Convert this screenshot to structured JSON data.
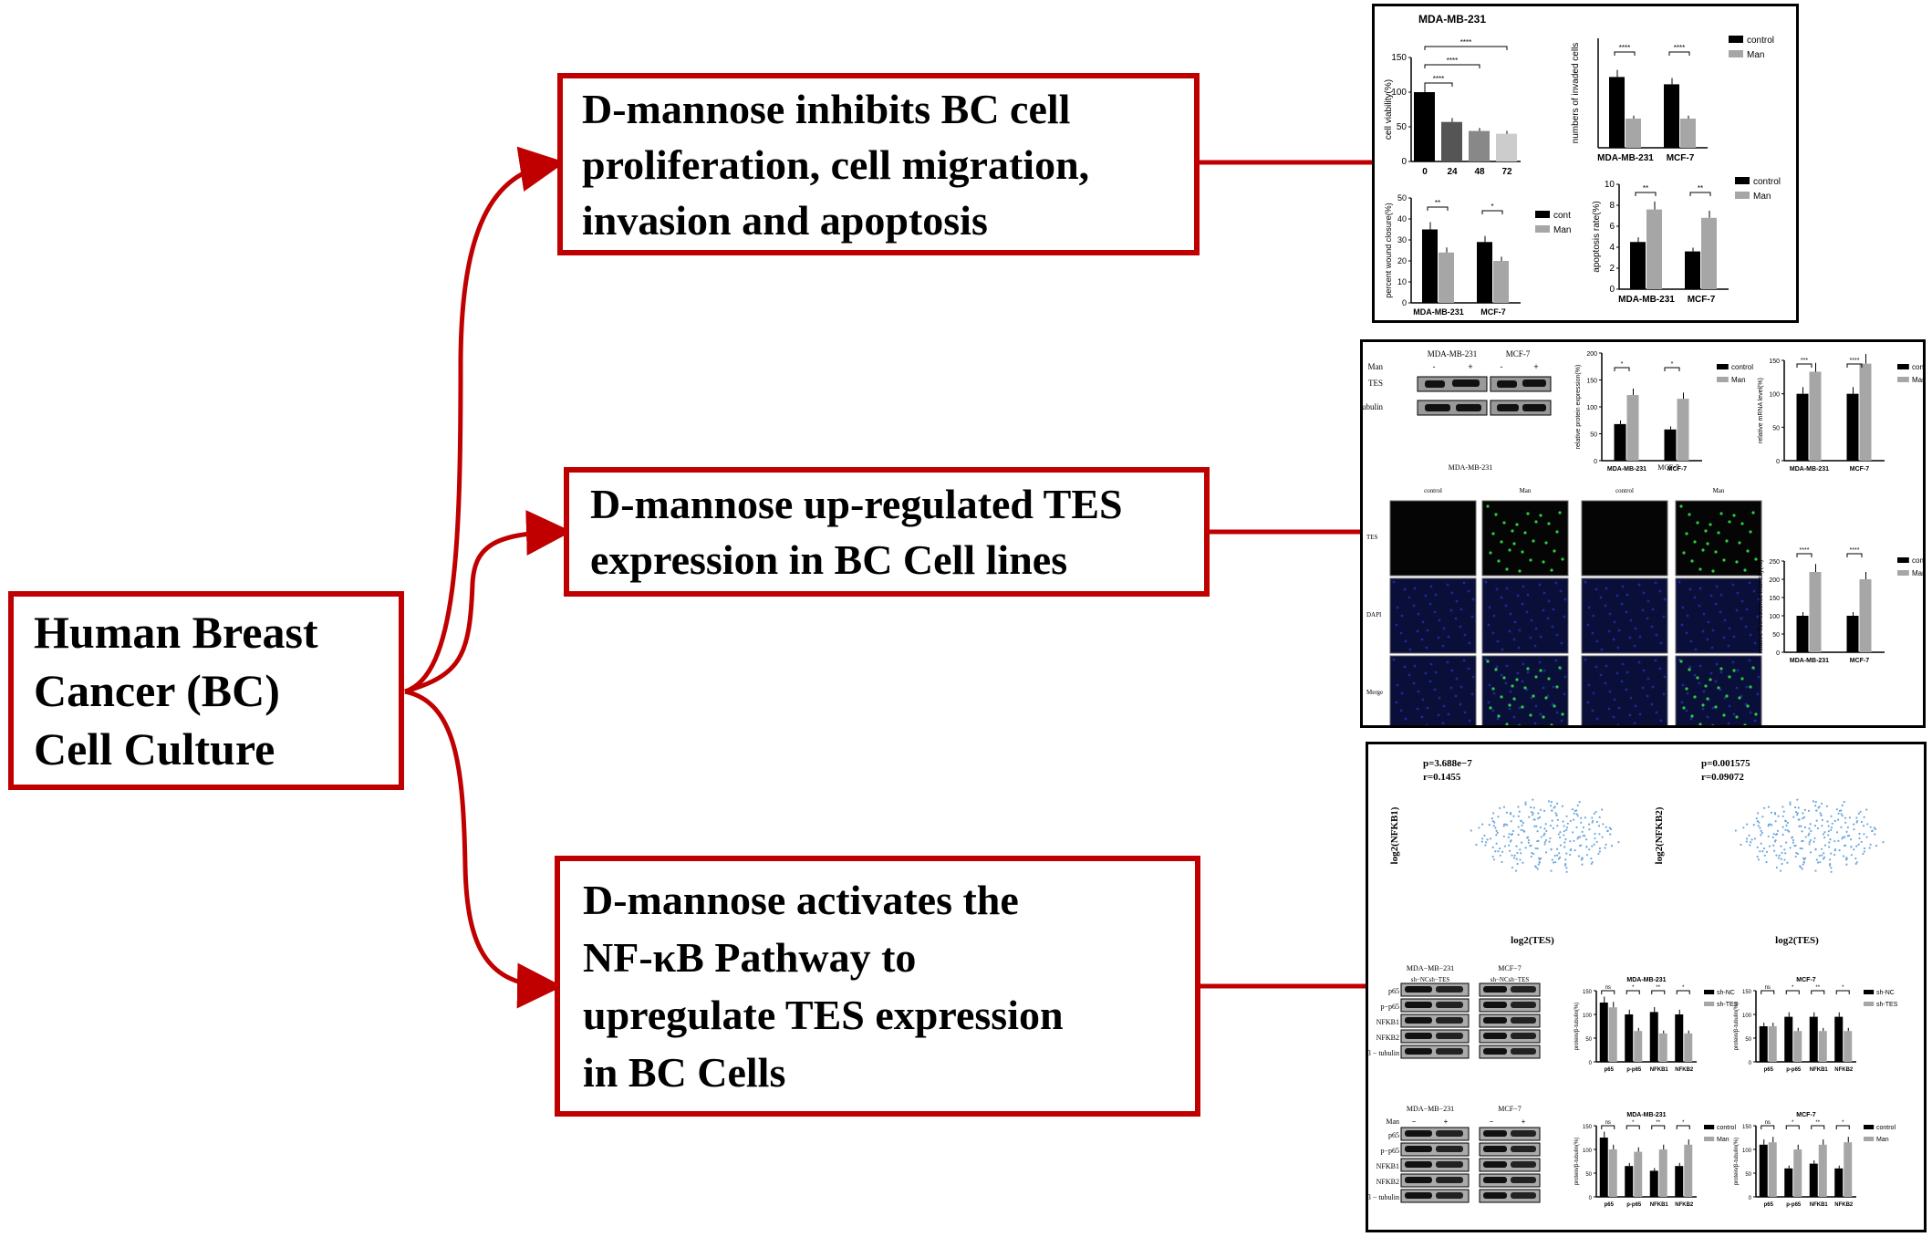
{
  "colors": {
    "accent": "#c00000",
    "bar_dark": "#000000",
    "bar_light": "#a6a6a6",
    "scatter": "#6fa8dc",
    "fluor_green": "#2ecc40",
    "dapi_blue": "#1a2a9a"
  },
  "root": {
    "lines": [
      "Human Breast",
      "Cancer (BC)",
      "Cell Culture"
    ]
  },
  "branches": [
    {
      "lines": [
        "D-mannose inhibits BC cell",
        "proliferation, cell migration,",
        "invasion and apoptosis"
      ]
    },
    {
      "lines": [
        "D-mannose up-regulated TES",
        "expression in BC Cell lines"
      ]
    },
    {
      "lines": [
        "D-mannose activates the",
        "NF-κB Pathway to",
        "upregulate TES expression",
        "in BC Cells"
      ]
    }
  ],
  "panel1": {
    "title": "MDA-MB-231",
    "sig": [
      "****",
      "****",
      "****",
      "**",
      "*",
      "**",
      "**"
    ],
    "legend": [
      "control",
      "Man",
      "cont",
      "Man",
      "control",
      "Man"
    ],
    "chart_data": [
      {
        "type": "bar",
        "ylabel": "cell viability(%)",
        "categories": [
          "0",
          "24",
          "48",
          "72"
        ],
        "values": [
          100,
          57,
          44,
          40
        ],
        "ylim": [
          0,
          150
        ],
        "yticks": [
          "0",
          "50",
          "100",
          "150"
        ]
      },
      {
        "type": "bar",
        "ylabel": "numbers of invaded cells",
        "categories": [
          "MDA-MB-231",
          "MCF-7"
        ],
        "series": [
          {
            "name": "control",
            "values": [
              97,
              87
            ]
          },
          {
            "name": "Man",
            "values": [
              40,
              40
            ]
          }
        ]
      },
      {
        "type": "bar",
        "ylabel": "percent wound closure(%)",
        "categories": [
          "MDA-MB-231",
          "MCF-7"
        ],
        "series": [
          {
            "name": "cont",
            "values": [
              35,
              29
            ]
          },
          {
            "name": "Man",
            "values": [
              24,
              20
            ]
          }
        ],
        "ylim": [
          0,
          50
        ],
        "yticks": [
          "0",
          "10",
          "20",
          "30",
          "40",
          "50"
        ]
      },
      {
        "type": "bar",
        "ylabel": "apoptosis rate(%)",
        "categories": [
          "MDA-MB-231",
          "MCF-7"
        ],
        "series": [
          {
            "name": "control",
            "values": [
              4.5,
              3.6
            ]
          },
          {
            "name": "Man",
            "values": [
              7.6,
              6.8
            ]
          }
        ],
        "ylim": [
          0,
          10
        ],
        "yticks": [
          "0",
          "2",
          "4",
          "6",
          "8",
          "10"
        ]
      }
    ]
  },
  "panel2": {
    "blot": {
      "cols": [
        "MDA-MB-231",
        "MCF-7"
      ],
      "man": "Man",
      "signs": [
        "-",
        "+",
        "-",
        "+"
      ],
      "rows": [
        "TES",
        "β - tubulin"
      ]
    },
    "legend": [
      "control",
      "Man",
      "control",
      "Man",
      "control",
      "Man"
    ],
    "if": {
      "col_groups": [
        "MDA-MB-231",
        "MCF-7"
      ],
      "cols": [
        "control",
        "Man",
        "control",
        "Man"
      ],
      "rows": [
        "TES",
        "DAPI",
        "Merge"
      ]
    },
    "chart_data": [
      {
        "type": "bar",
        "ylabel": "relative protein expression(%)",
        "categories": [
          "MDA-MB-231",
          "MCF-7"
        ],
        "series": [
          {
            "name": "control",
            "values": [
              68,
              58
            ]
          },
          {
            "name": "Man",
            "values": [
              122,
              115
            ]
          }
        ],
        "ylim": [
          0,
          200
        ],
        "yticks": [
          "0",
          "50",
          "100",
          "150",
          "200"
        ]
      },
      {
        "type": "bar",
        "ylabel": "relative mRNA level(%)",
        "categories": [
          "MDA-MB-231",
          "MCF-7"
        ],
        "series": [
          {
            "name": "control",
            "values": [
              100,
              100
            ]
          },
          {
            "name": "Man",
            "values": [
              133,
              145
            ]
          }
        ],
        "ylim": [
          0,
          150
        ],
        "yticks": [
          "0",
          "50",
          "100",
          "150"
        ]
      },
      {
        "type": "bar",
        "ylabel": "relative fluorescence intensity(%)",
        "categories": [
          "MDA-MB-231",
          "MCF-7"
        ],
        "series": [
          {
            "name": "control",
            "values": [
              100,
              100
            ]
          },
          {
            "name": "Man",
            "values": [
              220,
              200
            ]
          }
        ],
        "ylim": [
          0,
          250
        ],
        "yticks": [
          "0",
          "50",
          "100",
          "150",
          "200",
          "250"
        ]
      }
    ]
  },
  "panel3": {
    "scatters": [
      {
        "p": "p=3.688e−7",
        "r": "r=0.1455",
        "ylabel": "log2(NFKB1)",
        "xlabel": "log2(TES)"
      },
      {
        "p": "p=0.001575",
        "r": "r=0.09072",
        "ylabel": "log2(NFKB2)",
        "xlabel": "log2(TES)"
      }
    ],
    "blot1": {
      "cols": [
        "MDA−MB−231",
        "MCF−7"
      ],
      "sub": [
        "sh−NCsh−TES",
        "sh−NCsh−TES"
      ],
      "rows": [
        "p65",
        "p−p65",
        "NFKB1",
        "NFKB2",
        "β − tubulin"
      ]
    },
    "blot2": {
      "cols": [
        "MDA−MB−231",
        "MCF−7"
      ],
      "man": "Man",
      "signs": [
        "−",
        "+",
        "−",
        "+"
      ],
      "rows": [
        "p65",
        "p−p65",
        "NFKB1",
        "NFKB2",
        "β − tubulin"
      ]
    },
    "titles": [
      "MDA-MB-231",
      "MCF-7",
      "MDA-MB-231",
      "MCF-7"
    ],
    "ylabel": "protein/β-tubulin(%)",
    "legend_sh": [
      "sh-NC",
      "sh-TES"
    ],
    "legend_man": [
      "control",
      "Man"
    ],
    "chart_data": [
      {
        "type": "bar",
        "title": "MDA-MB-231",
        "categories": [
          "p65",
          "p-p65",
          "NFKB1",
          "NFKB2"
        ],
        "series": [
          {
            "name": "sh-NC",
            "values": [
              125,
              100,
              105,
              100
            ]
          },
          {
            "name": "sh-TES",
            "values": [
              115,
              65,
              60,
              60
            ]
          }
        ],
        "ylim": [
          0,
          150
        ]
      },
      {
        "type": "bar",
        "title": "MCF-7",
        "categories": [
          "p65",
          "p-p65",
          "NFKB1",
          "NFKB2"
        ],
        "series": [
          {
            "name": "sh-NC",
            "values": [
              75,
              95,
              95,
              95
            ]
          },
          {
            "name": "sh-TES",
            "values": [
              75,
              65,
              65,
              65
            ]
          }
        ],
        "ylim": [
          0,
          150
        ]
      },
      {
        "type": "bar",
        "title": "MDA-MB-231",
        "categories": [
          "p65",
          "p-p65",
          "NFKB1",
          "NFKB2"
        ],
        "series": [
          {
            "name": "control",
            "values": [
              125,
              65,
              55,
              65
            ]
          },
          {
            "name": "Man",
            "values": [
              100,
              95,
              100,
              110
            ]
          }
        ],
        "ylim": [
          0,
          150
        ]
      },
      {
        "type": "bar",
        "title": "MCF-7",
        "categories": [
          "p65",
          "p-p65",
          "NFKB1",
          "NFKB2"
        ],
        "series": [
          {
            "name": "control",
            "values": [
              110,
              60,
              70,
              60
            ]
          },
          {
            "name": "Man",
            "values": [
              115,
              100,
              110,
              115
            ]
          }
        ],
        "ylim": [
          0,
          150
        ]
      }
    ]
  }
}
